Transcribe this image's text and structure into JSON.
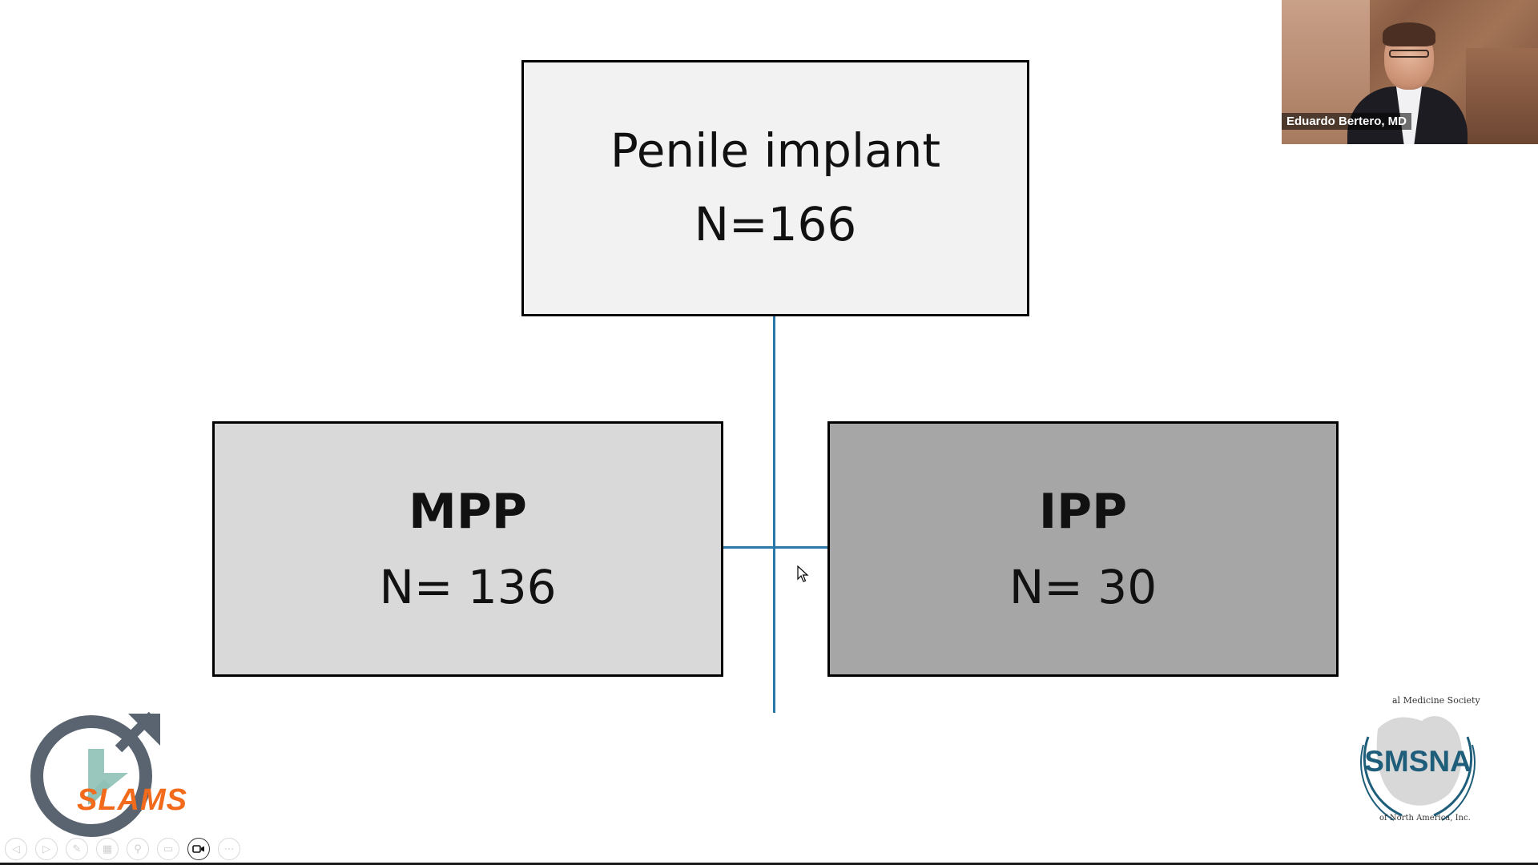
{
  "slide": {
    "top_box": {
      "title": "Penile implant",
      "count": "N=166",
      "fill": "#f2f2f2"
    },
    "left_box": {
      "title": "MPP",
      "count": "N= 136",
      "fill": "#d9d9d9"
    },
    "right_box": {
      "title": "IPP",
      "count": "N= 30",
      "fill": "#a6a6a6"
    },
    "connector_color": "#2a78a8"
  },
  "webcam": {
    "participant_name": "Eduardo Bertero, MD"
  },
  "logos": {
    "slams": "SLAMS",
    "smsna": "SMSNA",
    "smsna_arc_top": "al Medicine Society",
    "smsna_arc_bottom": "of North America, Inc."
  },
  "toolbar": {
    "buttons": [
      {
        "icon": "previous-icon",
        "glyph": "◁"
      },
      {
        "icon": "next-icon",
        "glyph": "▷"
      },
      {
        "icon": "pen-icon",
        "glyph": "✎"
      },
      {
        "icon": "slides-icon",
        "glyph": "▦"
      },
      {
        "icon": "zoom-icon",
        "glyph": "⚲"
      },
      {
        "icon": "subtitles-icon",
        "glyph": "▭"
      },
      {
        "icon": "camera-icon",
        "glyph": "▶"
      },
      {
        "icon": "more-icon",
        "glyph": "⋯"
      }
    ]
  }
}
